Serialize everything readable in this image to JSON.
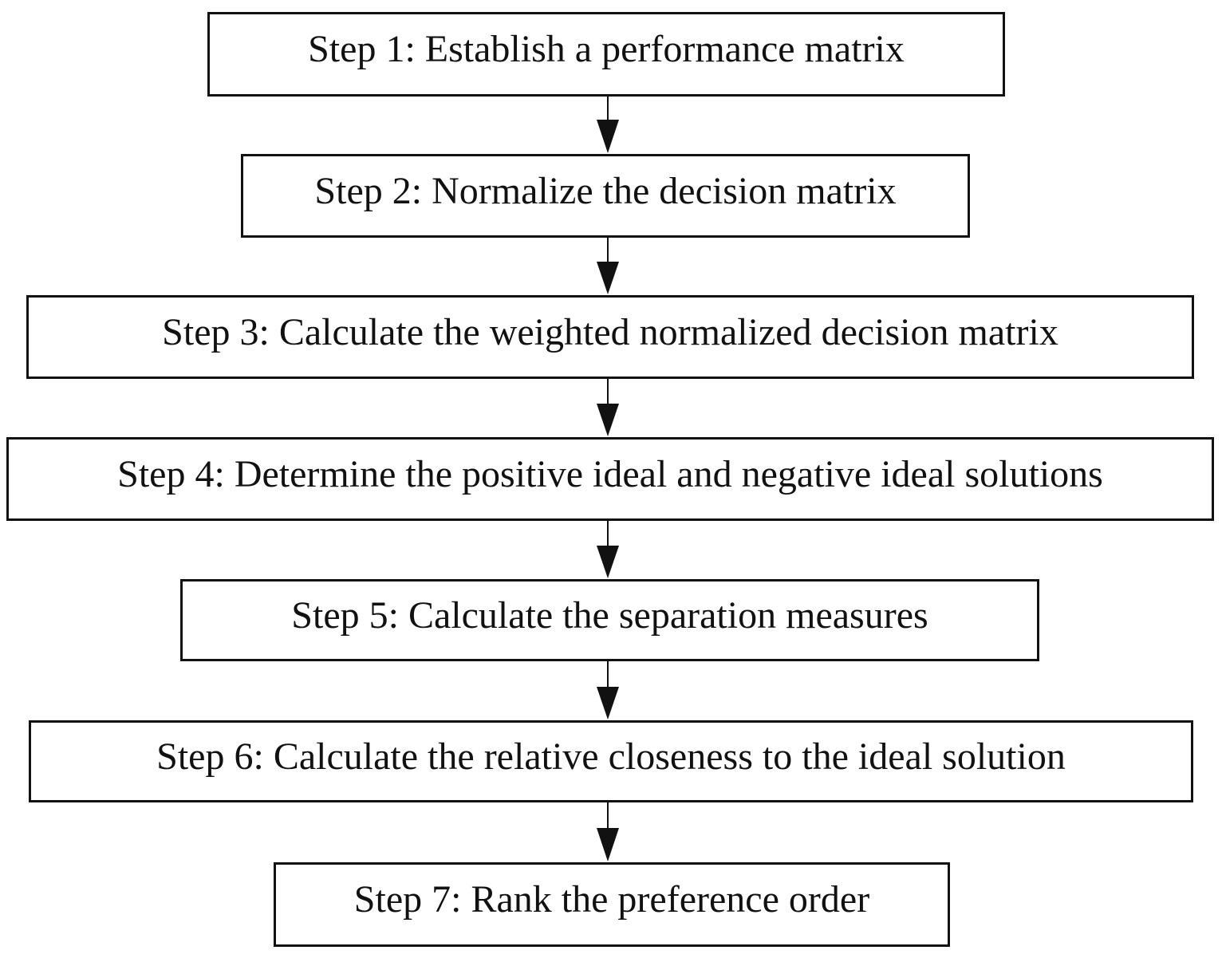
{
  "steps": [
    {
      "label": "Step 1: Establish a performance matrix"
    },
    {
      "label": "Step 2: Normalize the decision matrix"
    },
    {
      "label": "Step 3: Calculate the weighted normalized decision matrix"
    },
    {
      "label": "Step 4: Determine the positive ideal and negative ideal solutions"
    },
    {
      "label": "Step 5: Calculate the separation measures"
    },
    {
      "label": "Step 6: Calculate the relative closeness to the ideal solution"
    },
    {
      "label": "Step 7: Rank the preference order"
    }
  ],
  "colors": {
    "line": "#111111",
    "background": "#ffffff"
  }
}
